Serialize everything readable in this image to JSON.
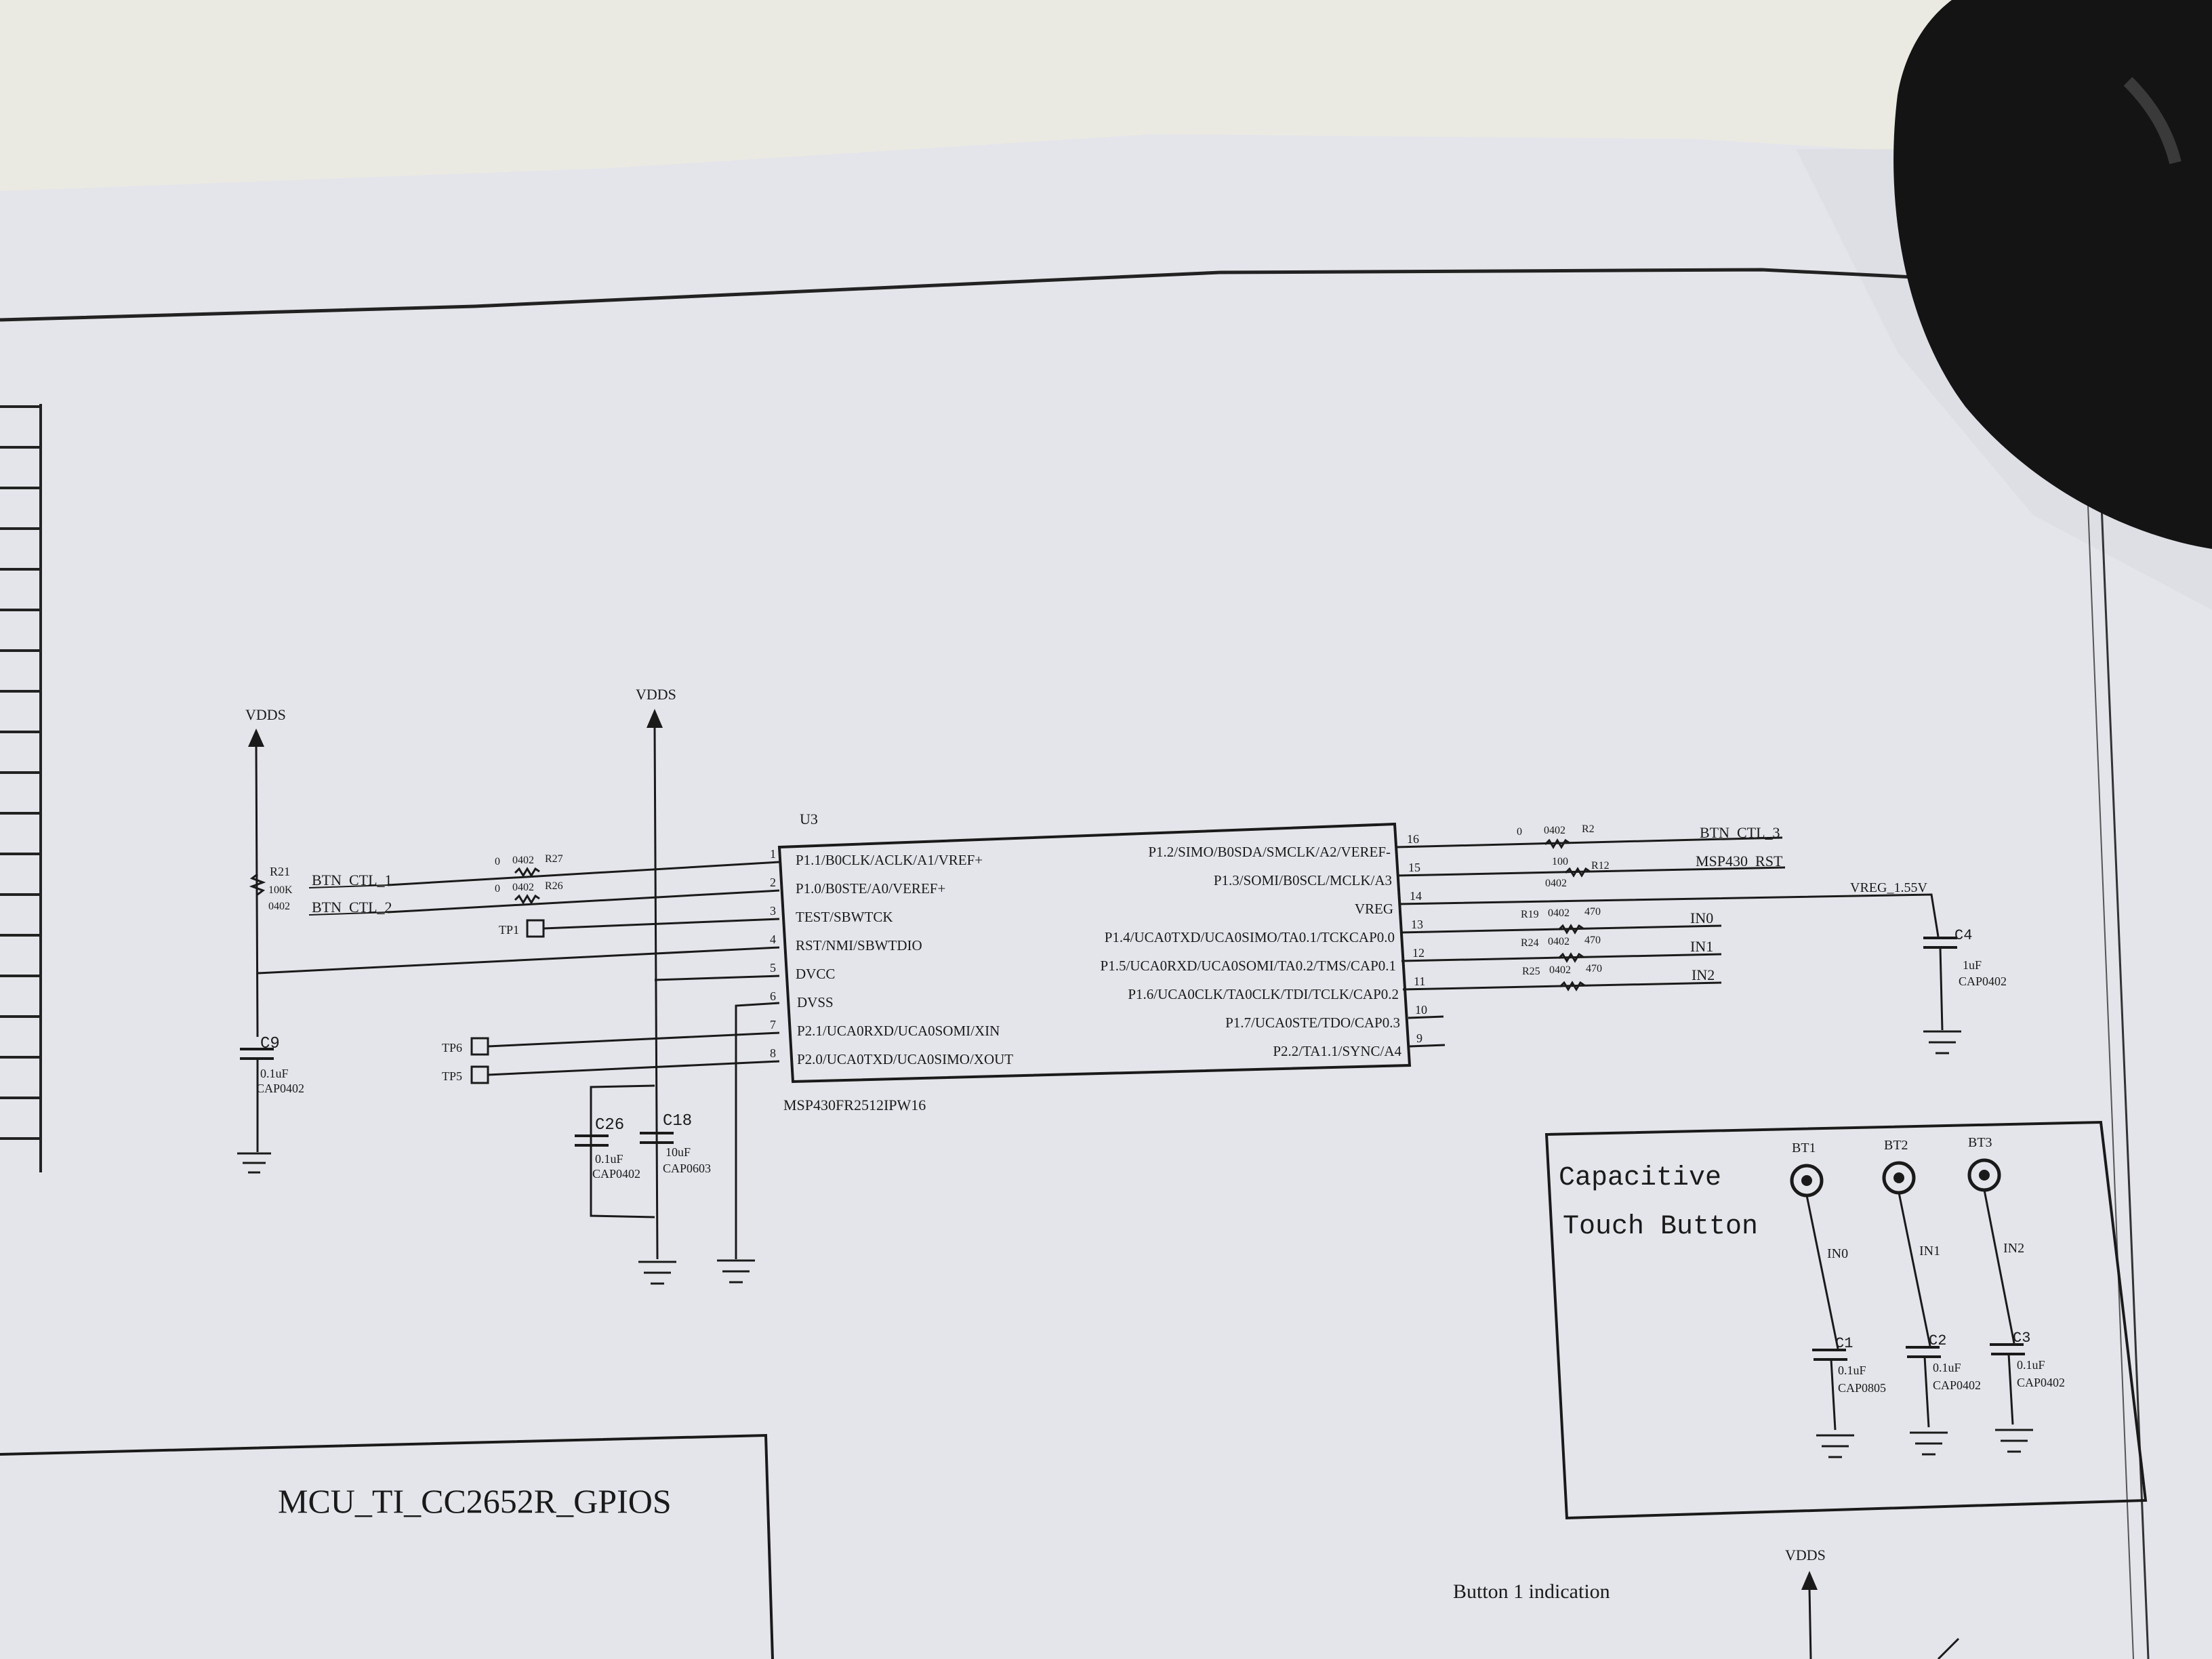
{
  "colors": {
    "wall": "#ebeae2",
    "paper": "#e4e5ea",
    "ink": "#1a1a1a",
    "object": "#141414"
  },
  "power": {
    "vdds_label": "VDDS"
  },
  "mcu": {
    "ref": "U3",
    "part": "MSP430FR2512IPW16",
    "left_pins": [
      {
        "num": "1",
        "name": "P1.1/B0CLK/ACLK/A1/VREF+"
      },
      {
        "num": "2",
        "name": "P1.0/B0STE/A0/VEREF+"
      },
      {
        "num": "3",
        "name": "TEST/SBWTCK"
      },
      {
        "num": "4",
        "name": "RST/NMI/SBWTDIO"
      },
      {
        "num": "5",
        "name": "DVCC"
      },
      {
        "num": "6",
        "name": "DVSS"
      },
      {
        "num": "7",
        "name": "P2.1/UCA0RXD/UCA0SOMI/XIN"
      },
      {
        "num": "8",
        "name": "P2.0/UCA0TXD/UCA0SIMO/XOUT"
      }
    ],
    "right_pins": [
      {
        "num": "16",
        "name": "P1.2/SIMO/B0SDA/SMCLK/A2/VEREF-"
      },
      {
        "num": "15",
        "name": "P1.3/SOMI/B0SCL/MCLK/A3"
      },
      {
        "num": "14",
        "name": "VREG"
      },
      {
        "num": "13",
        "name": "P1.4/UCA0TXD/UCA0SIMO/TA0.1/TCKCAP0.0"
      },
      {
        "num": "12",
        "name": "P1.5/UCA0RXD/UCA0SOMI/TA0.2/TMS/CAP0.1"
      },
      {
        "num": "11",
        "name": "P1.6/UCA0CLK/TA0CLK/TDI/TCLK/CAP0.2"
      },
      {
        "num": "10",
        "name": "P1.7/UCA0STE/TDO/CAP0.3"
      },
      {
        "num": "9",
        "name": "P2.2/TA1.1/SYNC/A4"
      }
    ]
  },
  "nets": {
    "btn_ctl_1": "BTN_CTL_1",
    "btn_ctl_2": "BTN_CTL_2",
    "btn_ctl_3": "BTN_CTL_3",
    "msp430_rst": "MSP430_RST",
    "vreg": "VREG_1.55V",
    "in0": "IN0",
    "in1": "IN1",
    "in2": "IN2"
  },
  "resistors": {
    "r21": {
      "ref": "R21",
      "value": "100K",
      "pkg": "0402"
    },
    "r27": {
      "ref": "R27",
      "value": "0",
      "pkg": "0402"
    },
    "r26": {
      "ref": "R26",
      "value": "0",
      "pkg": "0402"
    },
    "r2": {
      "ref": "R2",
      "value": "0",
      "pkg": "0402"
    },
    "r12": {
      "ref": "R12",
      "value": "100",
      "pkg": "0402"
    },
    "r19": {
      "ref": "R19",
      "value": "470",
      "pkg": "0402"
    },
    "r24": {
      "ref": "R24",
      "value": "470",
      "pkg": "0402"
    },
    "r25": {
      "ref": "R25",
      "value": "470",
      "pkg": "0402"
    }
  },
  "capacitors": {
    "c9": {
      "ref": "C9",
      "value": "0.1uF",
      "pkg": "CAP0402"
    },
    "c26": {
      "ref": "C26",
      "value": "0.1uF",
      "pkg": "CAP0402"
    },
    "c18": {
      "ref": "C18",
      "value": "10uF",
      "pkg": "CAP0603"
    },
    "c4": {
      "ref": "C4",
      "value": "1uF",
      "pkg": "CAP0402"
    },
    "c1": {
      "ref": "C1",
      "value": "0.1uF",
      "pkg": "CAP0805"
    },
    "c2": {
      "ref": "C2",
      "value": "0.1uF",
      "pkg": "CAP0402"
    },
    "c3": {
      "ref": "C3",
      "value": "0.1uF",
      "pkg": "CAP0402"
    }
  },
  "test_points": {
    "tp1": "TP1",
    "tp6": "TP6",
    "tp5": "TP5"
  },
  "touch": {
    "title_line1": "Capacitive",
    "title_line2": "Touch Button",
    "bt1": "BT1",
    "bt2": "BT2",
    "bt3": "BT3"
  },
  "blocks": {
    "gpio_title": "MCU_TI_CC2652R_GPIOS",
    "button_indication": "Button 1 indication"
  }
}
